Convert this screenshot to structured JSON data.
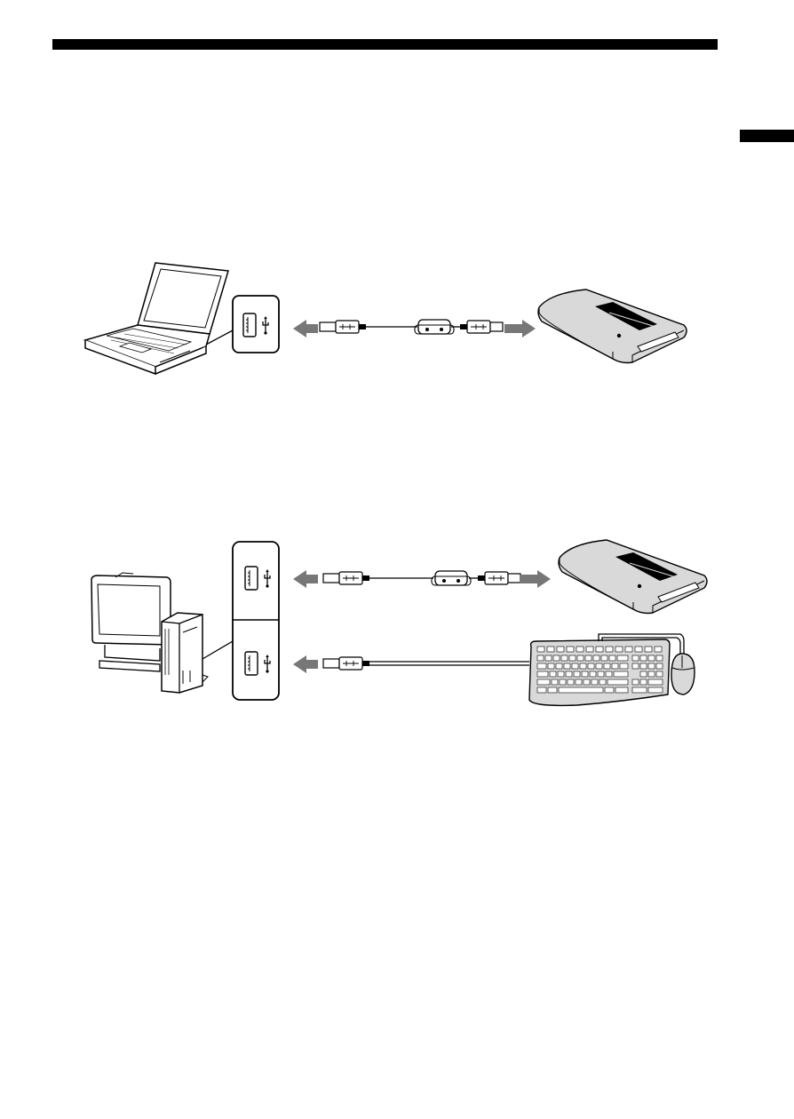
{
  "page": {
    "rule_color": "#000000",
    "arrow_color": "#777777",
    "device_fill": "#d9d9d9"
  },
  "diagrams": [
    {
      "host": "laptop-icon",
      "ports": [
        "usb-port-icon"
      ],
      "connections": [
        {
          "cable": "usb-cable-with-ferrite-core",
          "device": "card-reader-icon",
          "direction": "to-host"
        }
      ]
    },
    {
      "host": "desktop-pc-icon",
      "ports": [
        "usb-port-icon",
        "usb-port-icon"
      ],
      "connections": [
        {
          "cable": "usb-cable-with-ferrite-core",
          "device": "card-reader-icon",
          "direction": "to-host"
        },
        {
          "cable": "usb-cable",
          "device": "keyboard-icon",
          "direction": "to-host"
        },
        {
          "cable": "",
          "device": "mouse-icon",
          "direction": "to-keyboard"
        }
      ]
    }
  ]
}
